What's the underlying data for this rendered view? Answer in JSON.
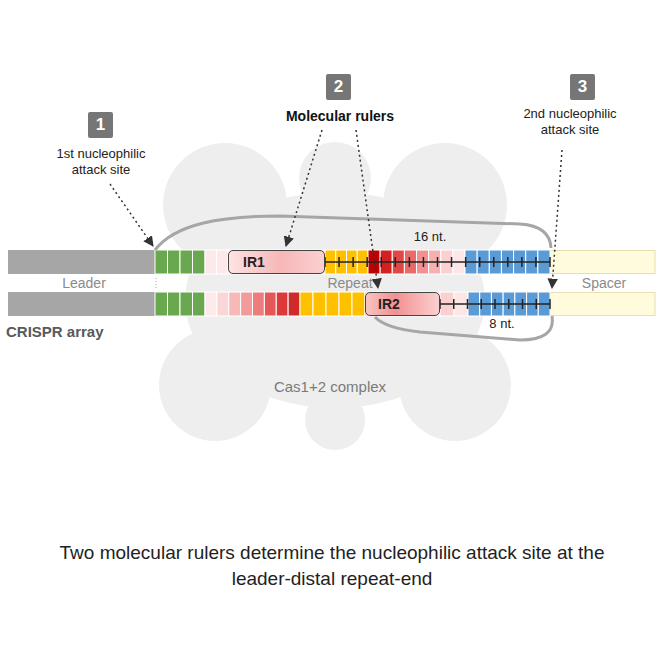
{
  "diagram": {
    "caption": "Two molecular rulers determine the nucleophilic attack site at the leader-distal repeat-end",
    "nodes": [
      {
        "text": [
          "1"
        ]
      },
      {
        "text": [
          "2"
        ]
      },
      {
        "text": [
          "3"
        ]
      },
      {
        "text": [
          "IR1"
        ]
      },
      {
        "text": [
          "IR2"
        ]
      }
    ],
    "labels": [
      "1st nucleophilic attack site",
      "Molecular rulers",
      "2nd nucleophilic attack site",
      "16 nt.",
      "8 nt.",
      "Leader",
      "Repeat",
      "Spacer",
      "CRISPR array",
      "Cas1+2 complex"
    ]
  }
}
